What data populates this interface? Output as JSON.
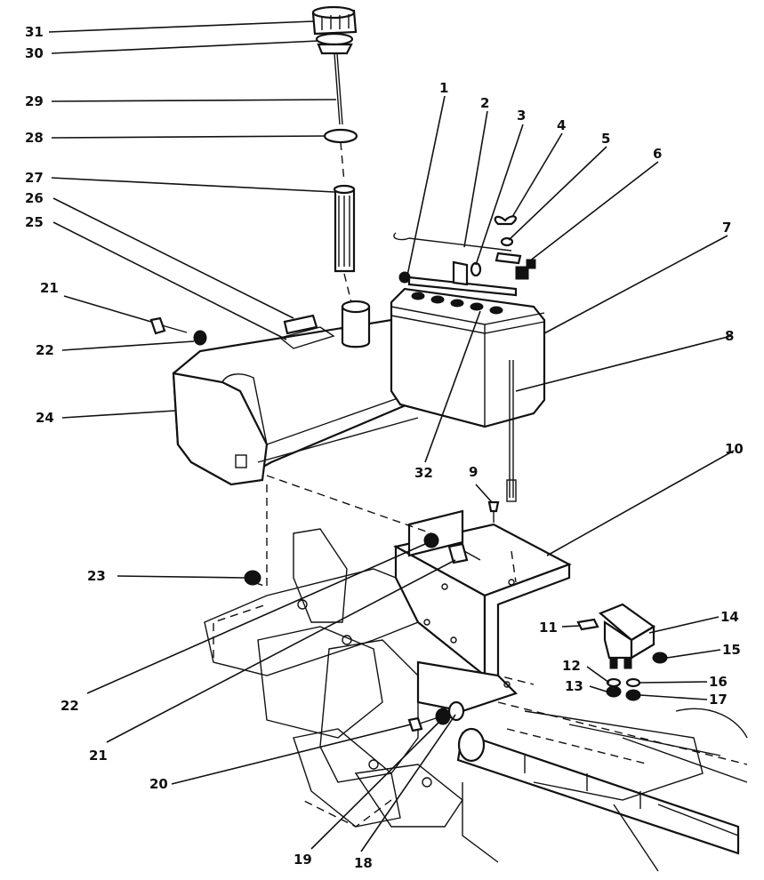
{
  "callouts": {
    "c1": "1",
    "c2": "2",
    "c3": "3",
    "c4": "4",
    "c5": "5",
    "c6": "6",
    "c7": "7",
    "c8": "8",
    "c9": "9",
    "c10": "10",
    "c11": "11",
    "c12": "12",
    "c13": "13",
    "c14": "14",
    "c15": "15",
    "c16": "16",
    "c17": "17",
    "c18": "18",
    "c19": "19",
    "c20": "20",
    "c21a": "21",
    "c21b": "21",
    "c22a": "22",
    "c22b": "22",
    "c23": "23",
    "c24": "24",
    "c25": "25",
    "c26": "26",
    "c27": "27",
    "c28": "28",
    "c29": "29",
    "c30": "30",
    "c31": "31",
    "c32": "32"
  }
}
